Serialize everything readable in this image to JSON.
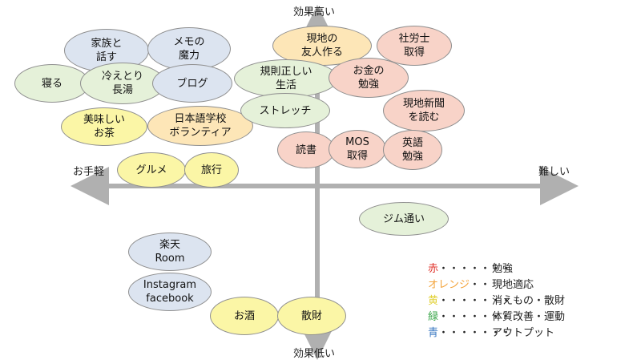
{
  "axes": {
    "top": "効果高い",
    "bottom": "効果低い",
    "left": "お手軽",
    "right": "難しい"
  },
  "colors": {
    "red": "#f8d3c8",
    "orange": "#fde6b7",
    "yellow": "#fbf6a6",
    "green": "#e5f1d9",
    "blue": "#dce4f0"
  },
  "bubbles": [
    {
      "name": "family",
      "label": "家族と\n話す",
      "color": "blue"
    },
    {
      "name": "memo",
      "label": "メモの\n魔力",
      "color": "blue"
    },
    {
      "name": "sleep",
      "label": "寝る",
      "color": "green"
    },
    {
      "name": "cold-bath",
      "label": "冷えとり\n長湯",
      "color": "green"
    },
    {
      "name": "blog",
      "label": "ブログ",
      "color": "blue"
    },
    {
      "name": "tea",
      "label": "美味しい\nお茶",
      "color": "yellow"
    },
    {
      "name": "japanese-volunteer",
      "label": "日本語学校\nボランティア",
      "color": "orange"
    },
    {
      "name": "local-friends",
      "label": "現地の\n友人作る",
      "color": "orange"
    },
    {
      "name": "sharoushi",
      "label": "社労士\n取得",
      "color": "red"
    },
    {
      "name": "regular-life",
      "label": "規則正しい\n生活",
      "color": "green"
    },
    {
      "name": "money-study",
      "label": "お金の\n勉強",
      "color": "red"
    },
    {
      "name": "stretch",
      "label": "ストレッチ",
      "color": "green"
    },
    {
      "name": "local-news",
      "label": "現地新聞\nを読む",
      "color": "red"
    },
    {
      "name": "reading",
      "label": "読書",
      "color": "red"
    },
    {
      "name": "mos",
      "label": "MOS\n取得",
      "color": "red"
    },
    {
      "name": "english",
      "label": "英語\n勉強",
      "color": "red"
    },
    {
      "name": "gourmet",
      "label": "グルメ",
      "color": "yellow"
    },
    {
      "name": "travel",
      "label": "旅行",
      "color": "yellow"
    },
    {
      "name": "gym",
      "label": "ジム通い",
      "color": "green"
    },
    {
      "name": "rakuten",
      "label": "楽天\nRoom",
      "color": "blue"
    },
    {
      "name": "instagram",
      "label": "Instagram\nfacebook",
      "color": "blue"
    },
    {
      "name": "sake",
      "label": "お酒",
      "color": "yellow"
    },
    {
      "name": "spending",
      "label": "散財",
      "color": "yellow"
    }
  ],
  "legend": [
    {
      "key": "赤",
      "dots": "・・・・・・・",
      "desc": "勉強",
      "color": "#e0342c"
    },
    {
      "key": "オレンジ",
      "dots": "・・",
      "desc": "現地適応",
      "color": "#f3a33a"
    },
    {
      "key": "黄",
      "dots": "・・・・・・・",
      "desc": "消えもの・散財",
      "color": "#e2d23a"
    },
    {
      "key": "緑",
      "dots": "・・・・・・・",
      "desc": "体質改善・運動",
      "color": "#3aa64a"
    },
    {
      "key": "青",
      "dots": "・・・・・・・",
      "desc": "アウトプット",
      "color": "#3a78c2"
    }
  ]
}
